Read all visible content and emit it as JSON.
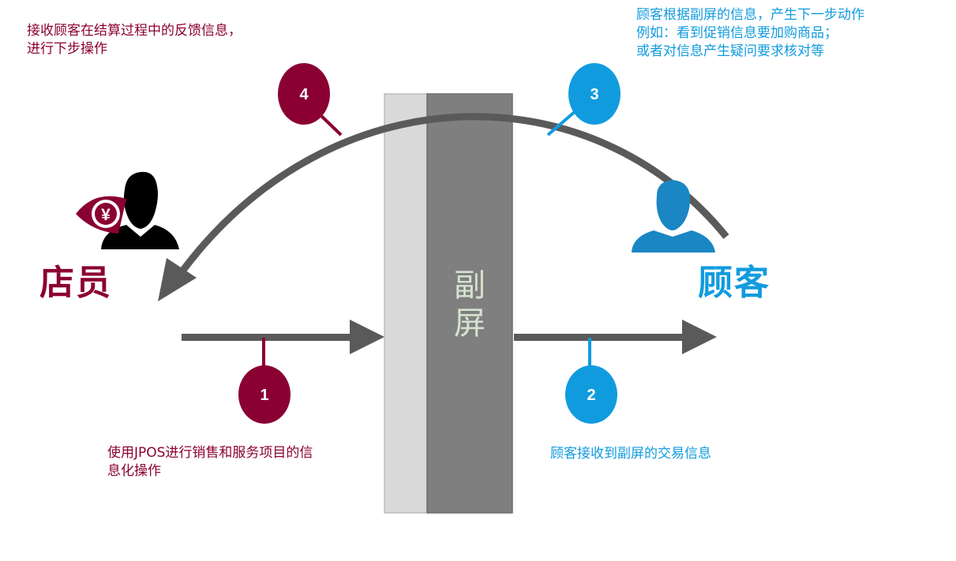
{
  "colors": {
    "staff": "#8b0033",
    "customer": "#119bdf",
    "arrow": "#5a5a5a",
    "screen_front": "#7f7f7f",
    "screen_back": "#d9d9d9",
    "screen_text": "#d6e3cf",
    "silhouette_staff": "#000000",
    "silhouette_customer": "#1b86c4"
  },
  "labels": {
    "staff": "店员",
    "customer": "顾客",
    "screen": "副\n屏"
  },
  "notes": {
    "staff_feedback": "接收顾客在结算过程中的反馈信息，\n进行下步操作",
    "customer_action": "顾客根据副屏的信息，产生下一步动作\n例如：看到促销信息要加购商品；\n或者对信息产生疑问要求核对等",
    "step1": "使用JPOS进行销售和服务项目的信\n息化操作",
    "step2": "顾客接收到副屏的交易信息"
  },
  "steps": {
    "one": "1",
    "two": "2",
    "three": "3",
    "four": "4"
  },
  "icons": {
    "staff_person": "staff-person-icon",
    "yen_badge": "yen-coin-icon",
    "customer_person": "customer-person-icon"
  },
  "yen_symbol": "¥"
}
